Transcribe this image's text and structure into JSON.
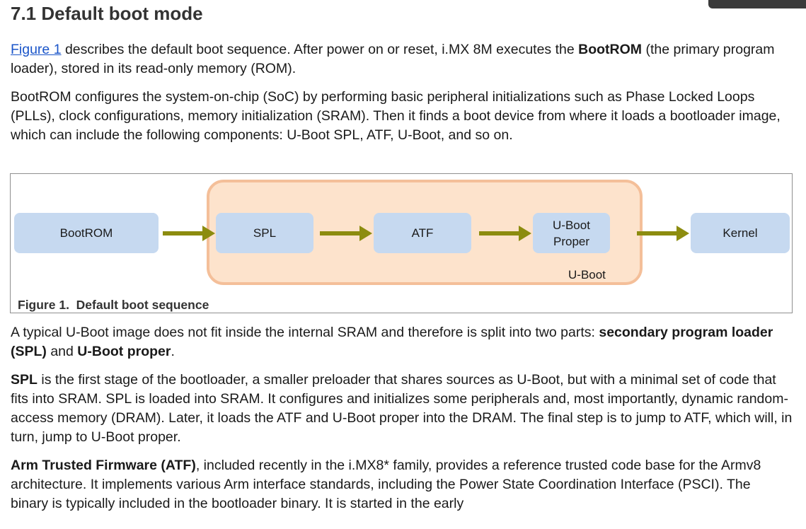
{
  "section": {
    "number": "7.1",
    "title": "Default boot mode"
  },
  "paragraphs": {
    "p1": {
      "link": "Figure 1",
      "text1": " describes the default boot sequence. After power on or reset, i.MX 8M executes the ",
      "bold1": "BootROM",
      "text2": " (the primary program loader), stored in its read-only memory (ROM)."
    },
    "p2": {
      "text": "BootROM configures the system-on-chip (SoC) by performing basic peripheral initializations such as Phase Locked Loops (PLLs), clock configurations, memory initialization (SRAM). Then it finds a boot device from where it loads a bootloader image, which can include the following components: U-Boot SPL, ATF, U-Boot, and so on."
    },
    "p3": {
      "text1": "A typical U-Boot image does not fit inside the internal SRAM and therefore is split into two parts: ",
      "bold1": "secondary program loader (SPL)",
      "text2": " and ",
      "bold2": "U-Boot proper",
      "text3": "."
    },
    "p4": {
      "bold1": "SPL",
      "text1": " is the first stage of the bootloader, a smaller preloader that shares sources as U-Boot, but with a minimal set of code that fits into SRAM. SPL is loaded into SRAM. It configures and initializes some peripherals and, most importantly, dynamic random-access memory (DRAM). Later, it loads the ATF and U-Boot proper into the DRAM. The final step is to jump to ATF, which will, in turn, jump to U-Boot proper."
    },
    "p5": {
      "bold1": "Arm Trusted Firmware (ATF)",
      "text1": ", included recently in the i.MX8* family, provides a reference trusted code base for the Armv8 architecture. It implements various Arm interface standards, including the Power State Coordination Interface (PSCI). The binary is typically included in the bootloader binary. It is started in the early"
    }
  },
  "figure": {
    "caption": "Figure 1.  Default boot sequence",
    "group_label": "U-Boot",
    "nodes": {
      "bootrom": "BootROM",
      "spl": "SPL",
      "atf": "ATF",
      "uboot_proper_line1": "U-Boot",
      "uboot_proper_line2": "Proper",
      "kernel": "Kernel"
    },
    "colors": {
      "node_fill": "#c6d9f0",
      "group_fill": "#fde3cc",
      "group_border": "#f4bf99",
      "arrow": "#8c8c0f"
    }
  },
  "colors": {
    "link": "#1a55c9",
    "heading": "#333333"
  }
}
